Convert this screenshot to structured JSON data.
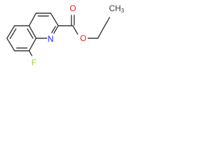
{
  "molecule": {
    "atoms": {
      "fluorine": "F",
      "nitrogen": "N",
      "carbonyl_oxygen": "O",
      "ester_oxygen": "O",
      "methyl_carbon": "CH",
      "methyl_subscript": "3"
    },
    "colors": {
      "bond": "#3a3a3a",
      "fluorine": "#9acd32",
      "nitrogen": "#1e1ee6",
      "oxygen": "#e61e1e",
      "carbon": "#3a3a3a"
    }
  }
}
